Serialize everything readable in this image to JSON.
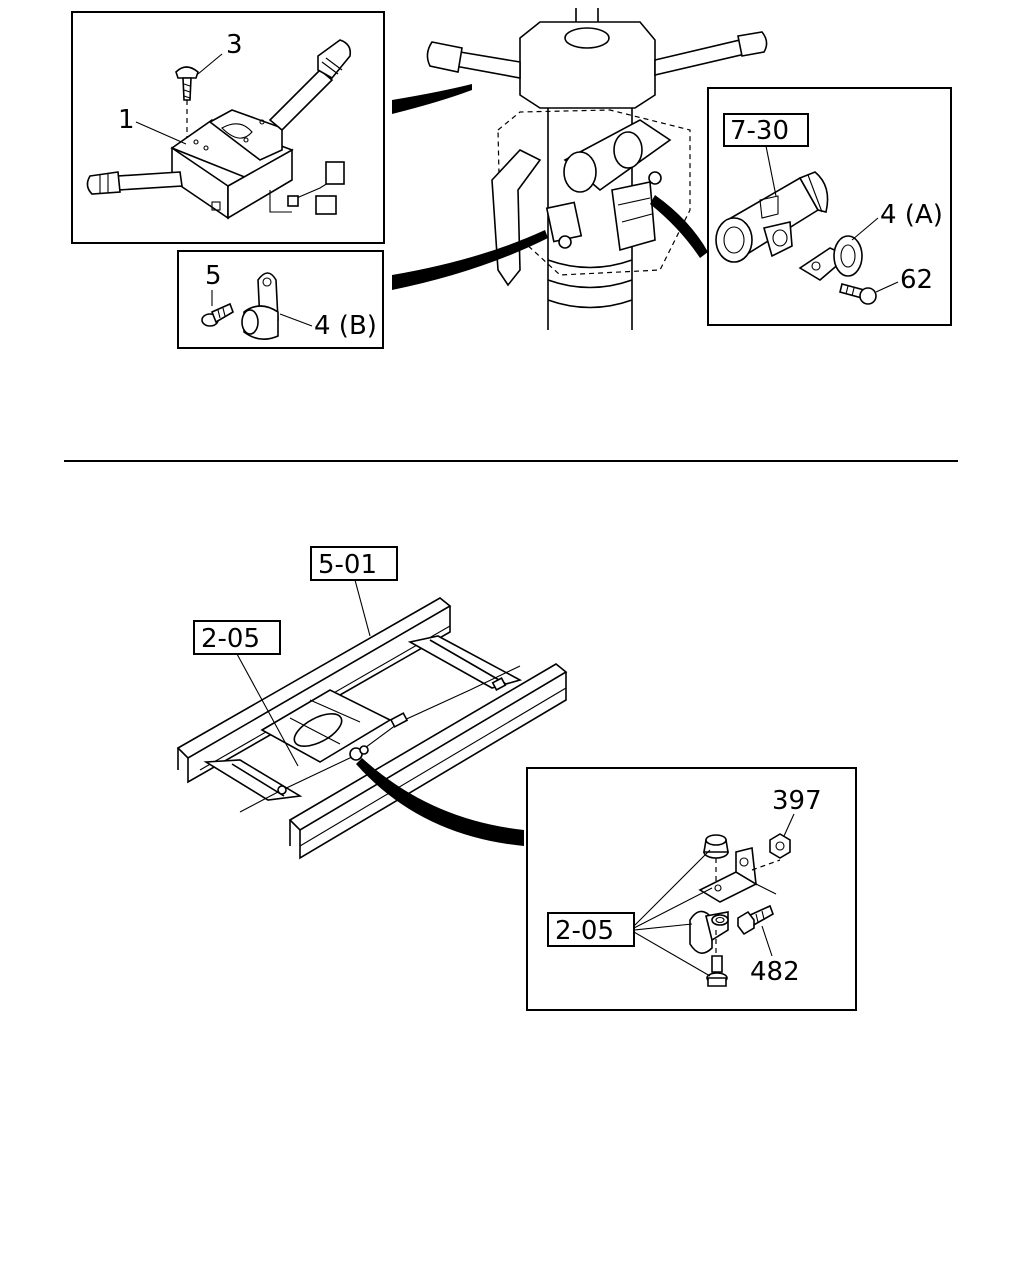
{
  "top_section": {
    "callouts": {
      "switch": "1",
      "screw": "3",
      "bolt_b": "5",
      "clip_b": "4 (B)",
      "clip_a": "4 (A)",
      "bolt_a": "62",
      "ref_column": "7-30"
    }
  },
  "bottom_section": {
    "callouts": {
      "ref_frame": "5-01",
      "ref_bracket_main": "2-05",
      "ref_bracket_detail": "2-05",
      "nut": "397",
      "bolt": "482"
    }
  }
}
